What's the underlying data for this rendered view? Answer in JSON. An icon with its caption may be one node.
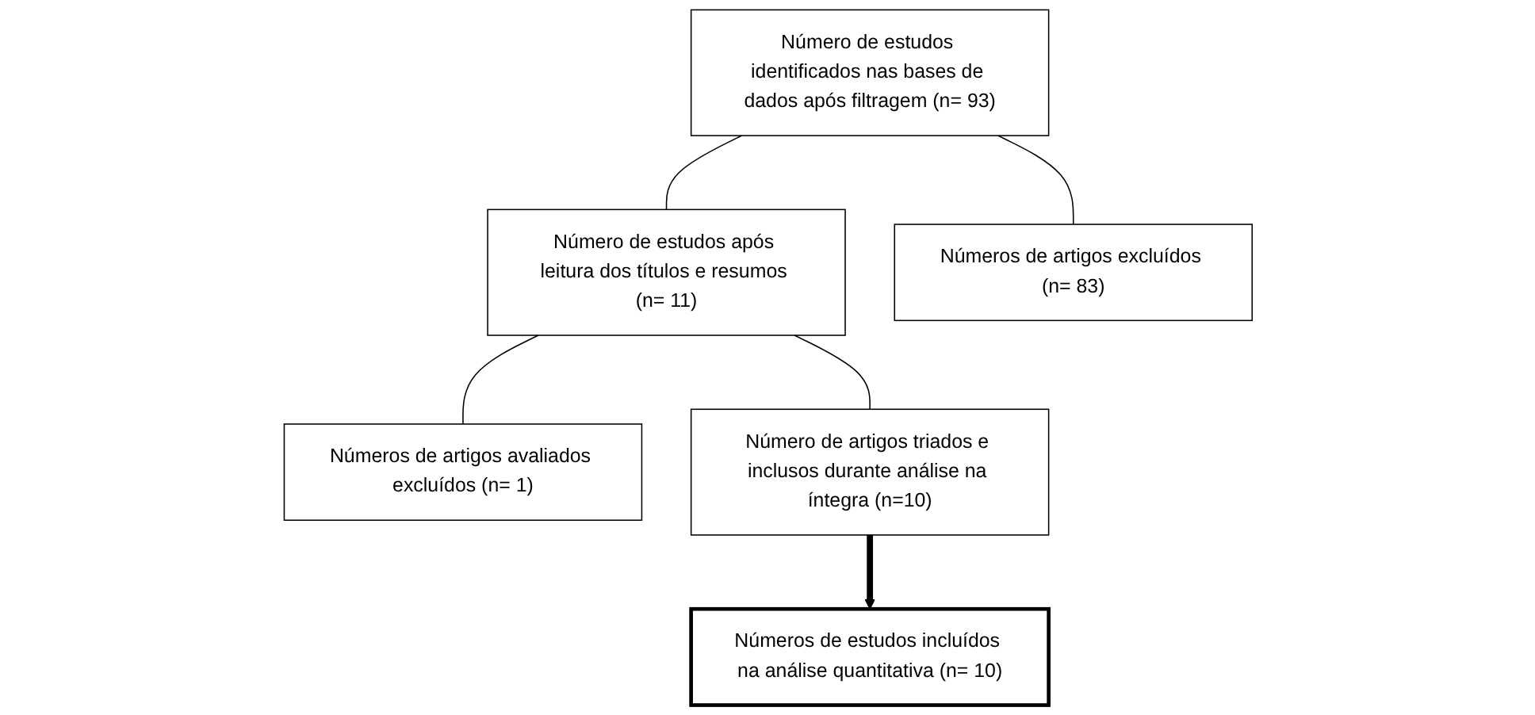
{
  "diagram": {
    "nodes": [
      {
        "text": [
          "Número de estudos identificados nas bases de dados após filtragem (n= 93)"
        ]
      },
      {
        "text": [
          "Número de estudos após leitura dos títulos e resumos (n= 11)"
        ]
      },
      {
        "text": [
          "Números de artigos excluídos (n= 83)"
        ]
      },
      {
        "text": [
          "Números de artigos avaliados excluídos (n= 1)"
        ]
      },
      {
        "text": [
          "Número de artigos triados e inclusos durante análise na íntegra (n=10)"
        ]
      },
      {
        "text": [
          "Números de estudos incluídos na análise quantitativa (n= 10)"
        ]
      }
    ],
    "edges": [
      {
        "from": 0,
        "to": 1,
        "arrow": "none"
      },
      {
        "from": 0,
        "to": 2,
        "arrow": "none"
      },
      {
        "from": 1,
        "to": 3,
        "arrow": "none"
      },
      {
        "from": 1,
        "to": 4,
        "arrow": "none"
      },
      {
        "from": 4,
        "to": 5,
        "arrow": "to",
        "style": "thick"
      }
    ]
  }
}
